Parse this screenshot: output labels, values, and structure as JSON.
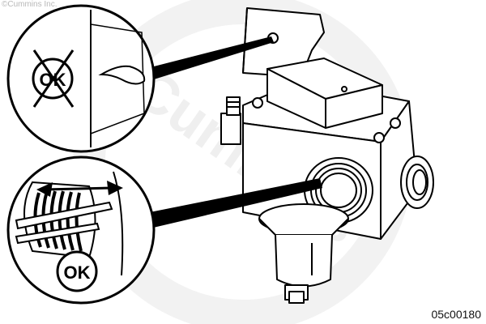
{
  "copyright": "©Cummins Inc.",
  "watermark": "Cummins",
  "figure_id": "05c00180",
  "callouts": {
    "top": {
      "status": "not-ok",
      "label": "OK",
      "icon": "crossed-out-ok-icon"
    },
    "bottom": {
      "status": "ok",
      "label": "OK",
      "icon": "ok-circle-icon"
    }
  },
  "colors": {
    "ink": "#000000",
    "paper": "#ffffff",
    "watermark": "#efefef"
  }
}
